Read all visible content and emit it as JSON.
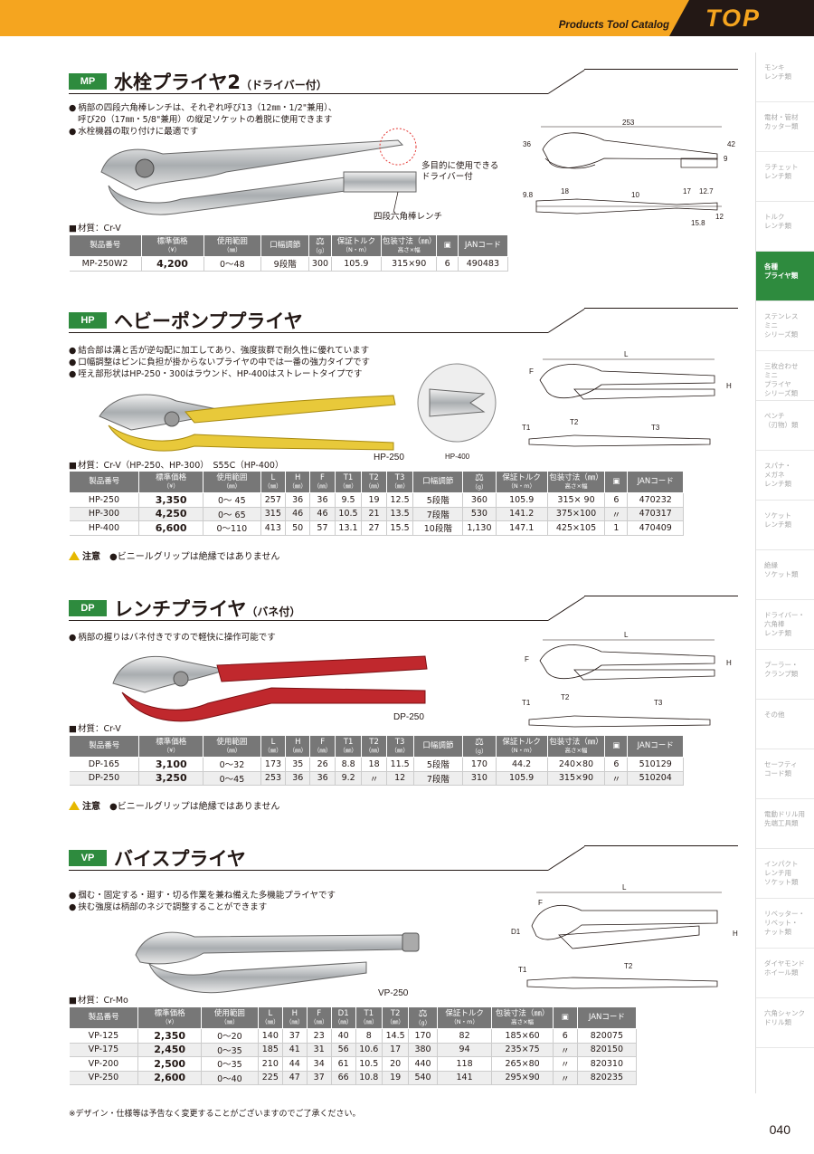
{
  "header": {
    "catalog": "Products Tool Catalog",
    "brand": "TOP"
  },
  "sidebar": [
    {
      "label": "モンキ\nレンチ類"
    },
    {
      "label": "電材・管材\nカッター類"
    },
    {
      "label": "ラチェット\nレンチ類"
    },
    {
      "label": "トルク\nレンチ類"
    },
    {
      "label": "各種\nプライヤ類",
      "active": true
    },
    {
      "label": "ステンレス\nミニ\nシリーズ類"
    },
    {
      "label": "三枚合わせ\nミニ\nプライヤ\nシリーズ類"
    },
    {
      "label": "ペンチ\n（刃物）類"
    },
    {
      "label": "スパナ・\nメガネ\nレンチ類"
    },
    {
      "label": "ソケット\nレンチ類"
    },
    {
      "label": "絶縁\nソケット類"
    },
    {
      "label": "ドライバー・\n六角棒\nレンチ類"
    },
    {
      "label": "プーラー・\nクランプ類"
    },
    {
      "label": "その他"
    },
    {
      "label": "セーフティ\nコード類"
    },
    {
      "label": "電動ドリル用\n先端工具類"
    },
    {
      "label": "インパクト\nレンチ用\nソケット類"
    },
    {
      "label": "リベッター・\nリベット・\nナット類"
    },
    {
      "label": "ダイヤモンド\nホイール類"
    },
    {
      "label": "六角シャンク\nドリル類"
    }
  ],
  "mp": {
    "code": "MP",
    "title": "水栓プライヤ2",
    "subtitle": "（ドライバー付）",
    "bullets": [
      "柄部の四段六角棒レンチは、それぞれ呼び13（12㎜・1/2\"兼用）、",
      "呼び20（17㎜・5/8\"兼用）の縦足ソケットの着脱に使用できます",
      "水栓機器の取り付けに最適です"
    ],
    "note_driver": "多目的に使用できる\nドライバー付",
    "note_hex": "四段六角棒レンチ",
    "material": "材質：Cr-V",
    "dims": {
      "d253": "253",
      "d36": "36",
      "d42": "42",
      "d9": "9",
      "d98": "9.8",
      "d18": "18",
      "d10": "10",
      "d17": "17",
      "d127": "12.7",
      "d158": "15.8",
      "d12": "12"
    },
    "headers": [
      "製品番号",
      "標準価格",
      "（¥）",
      "使用範囲",
      "（㎜）",
      "口幅調節",
      "（g）",
      "保証トルク",
      "（N・m）",
      "包装寸法（㎜）",
      "高さ×幅",
      "JANコード"
    ],
    "rows": [
      [
        "MP-250W2",
        "4,200",
        "0〜48",
        "9段階",
        "300",
        "105.9",
        "315×90",
        "6",
        "490483"
      ]
    ]
  },
  "hp": {
    "code": "HP",
    "title": "ヘビーポンププライヤ",
    "bullets": [
      "結合部は溝と舌が逆勾配に加工してあり、強度抜群で耐久性に優れています",
      "口幅調整はピンに負担が掛からないプライヤの中では一番の強力タイプです",
      "咥え部形状はHP-250・300はラウンド、HP-400はストレートタイプです"
    ],
    "label_main": "HP-250",
    "label_inset": "HP-400",
    "material": "材質：Cr-V（HP-250、HP-300）　S55C（HP-400）",
    "dims": {
      "L": "L",
      "H": "H",
      "F": "F",
      "T1": "T1",
      "T2": "T2",
      "T3": "T3"
    },
    "headers": [
      "製品番号",
      "標準価格",
      "（¥）",
      "使用範囲",
      "（㎜）",
      "L",
      "H",
      "F",
      "T1",
      "T2",
      "T3",
      "（㎜）",
      "口幅調節",
      "（g）",
      "保証トルク",
      "（N・m）",
      "包装寸法（㎜）",
      "高さ×幅",
      "JANコード"
    ],
    "rows": [
      [
        "HP-250",
        "3,350",
        "0〜 45",
        "257",
        "36",
        "36",
        "9.5",
        "19",
        "12.5",
        "5段階",
        "360",
        "105.9",
        "315× 90",
        "6",
        "470232"
      ],
      [
        "HP-300",
        "4,250",
        "0〜 65",
        "315",
        "46",
        "46",
        "10.5",
        "21",
        "13.5",
        "7段階",
        "530",
        "141.2",
        "375×100",
        "〃",
        "470317"
      ],
      [
        "HP-400",
        "6,600",
        "0〜110",
        "413",
        "50",
        "57",
        "13.1",
        "27",
        "15.5",
        "10段階",
        "1,130",
        "147.1",
        "425×105",
        "1",
        "470409"
      ]
    ],
    "caution_label": "注意",
    "caution_text": "ビニールグリップは絶縁ではありません"
  },
  "dp": {
    "code": "DP",
    "title": "レンチプライヤ",
    "subtitle": "（バネ付）",
    "bullets": [
      "柄部の握りはバネ付きですので軽快に操作可能です"
    ],
    "label_main": "DP-250",
    "material": "材質：Cr-V",
    "headers": [
      "製品番号",
      "標準価格",
      "（¥）",
      "使用範囲",
      "（㎜）",
      "L",
      "H",
      "F",
      "T1",
      "T2",
      "T3",
      "（㎜）",
      "口幅調節",
      "（g）",
      "保証トルク",
      "（N・m）",
      "包装寸法（㎜）",
      "高さ×幅",
      "JANコード"
    ],
    "rows": [
      [
        "DP-165",
        "3,100",
        "0〜32",
        "173",
        "35",
        "26",
        "8.8",
        "18",
        "11.5",
        "5段階",
        "170",
        "44.2",
        "240×80",
        "6",
        "510129"
      ],
      [
        "DP-250",
        "3,250",
        "0〜45",
        "253",
        "36",
        "36",
        "9.2",
        "〃",
        "12",
        "7段階",
        "310",
        "105.9",
        "315×90",
        "〃",
        "510204"
      ]
    ],
    "caution_label": "注意",
    "caution_text": "ビニールグリップは絶縁ではありません"
  },
  "vp": {
    "code": "VP",
    "title": "バイスプライヤ",
    "bullets": [
      "掴む・固定する・廻す・切る作業を兼ね備えた多機能プライヤです",
      "挟む強度は柄部のネジで調整することができます"
    ],
    "label_main": "VP-250",
    "material": "材質：Cr-Mo",
    "dims": {
      "L": "L",
      "F": "F",
      "D1": "D1",
      "H": "H",
      "T1": "T1",
      "T2": "T2"
    },
    "headers": [
      "製品番号",
      "標準価格",
      "（¥）",
      "使用範囲",
      "（㎜）",
      "L",
      "H",
      "F",
      "D1",
      "T1",
      "T2",
      "（㎜）",
      "（g）",
      "保証トルク",
      "（N・m）",
      "包装寸法（㎜）",
      "高さ×幅",
      "JANコード"
    ],
    "rows": [
      [
        "VP-125",
        "2,350",
        "0〜20",
        "140",
        "37",
        "23",
        "40",
        "8",
        "14.5",
        "170",
        "82",
        "185×60",
        "6",
        "820075"
      ],
      [
        "VP-175",
        "2,450",
        "0〜35",
        "185",
        "41",
        "31",
        "56",
        "10.6",
        "17",
        "380",
        "94",
        "235×75",
        "〃",
        "820150"
      ],
      [
        "VP-200",
        "2,500",
        "0〜35",
        "210",
        "44",
        "34",
        "61",
        "10.5",
        "20",
        "440",
        "118",
        "265×80",
        "〃",
        "820310"
      ],
      [
        "VP-250",
        "2,600",
        "0〜40",
        "225",
        "47",
        "37",
        "66",
        "10.8",
        "19",
        "540",
        "141",
        "295×90",
        "〃",
        "820235"
      ]
    ]
  },
  "footnote": "※デザイン・仕様等は予告なく変更することがございますのでご了承ください。",
  "page": "040"
}
